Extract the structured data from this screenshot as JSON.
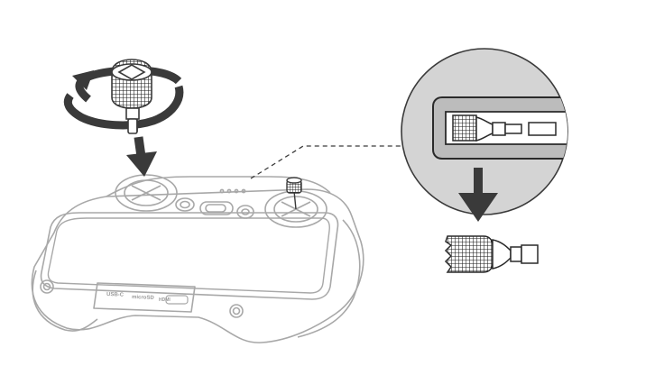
{
  "labels": {
    "port_usbc": "USB-C",
    "port_microsd": "microSD",
    "port_hdmi": "HDMI"
  },
  "colors": {
    "outline": "#3a3a3a",
    "light_outline": "#a8a8a8",
    "magnifier_fill": "#d4d4d4",
    "arrow": "#444444",
    "background": "#ffffff"
  },
  "icons": {
    "rotate": "rotate-arrow-icon",
    "down": "down-arrow-icon"
  }
}
